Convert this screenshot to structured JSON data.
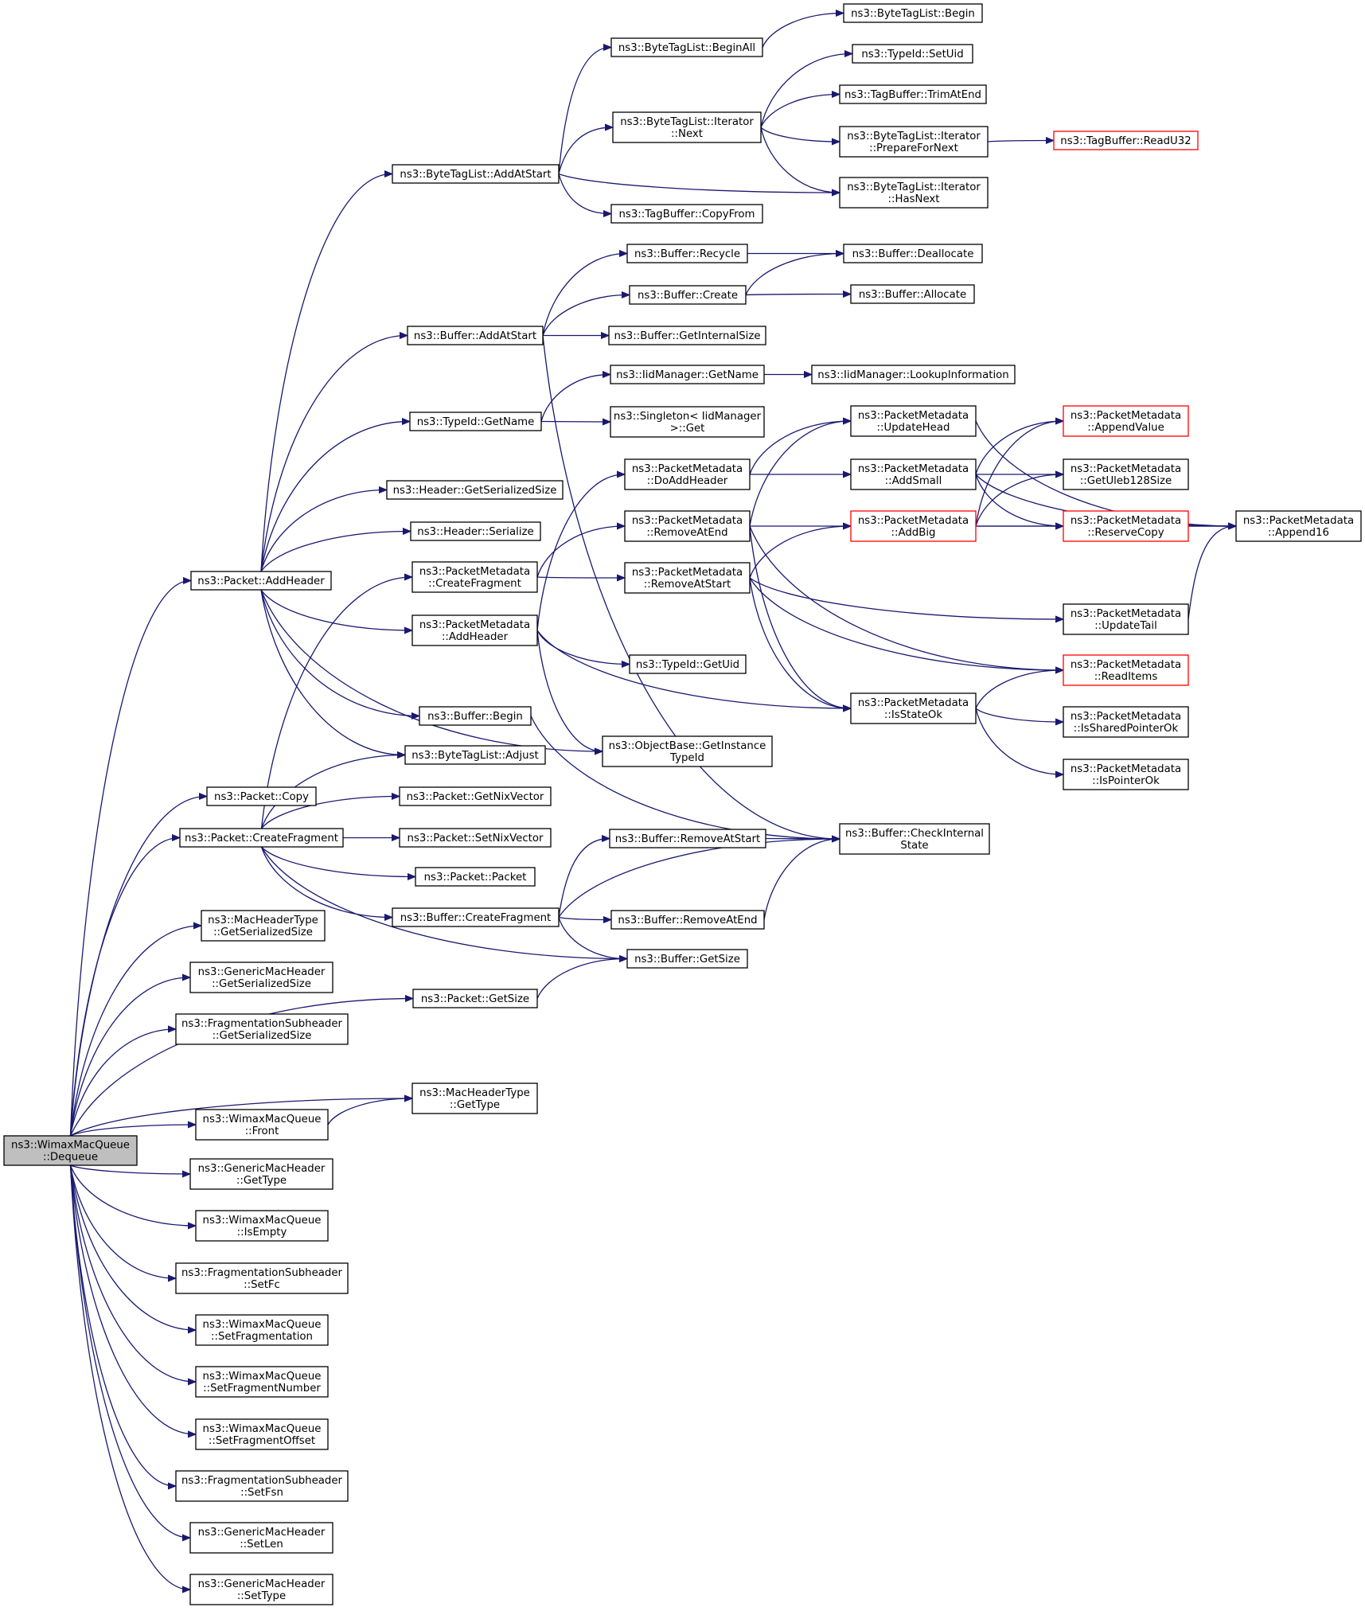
{
  "root": "ns3::WimaxMacQueue::Dequeue",
  "nodes": [
    {
      "id": "dequeue",
      "lines": [
        "ns3::WimaxMacQueue",
        "::Dequeue"
      ]
    },
    {
      "id": "addheader",
      "lines": [
        "ns3::Packet::AddHeader"
      ]
    },
    {
      "id": "pcopy",
      "lines": [
        "ns3::Packet::Copy"
      ]
    },
    {
      "id": "pcreatefrag",
      "lines": [
        "ns3::Packet::CreateFragment"
      ]
    },
    {
      "id": "mht_gss",
      "lines": [
        "ns3::MacHeaderType",
        "::GetSerializedSize"
      ]
    },
    {
      "id": "gmh_gss",
      "lines": [
        "ns3::GenericMacHeader",
        "::GetSerializedSize"
      ]
    },
    {
      "id": "fs_gss",
      "lines": [
        "ns3::FragmentationSubheader",
        "::GetSerializedSize"
      ]
    },
    {
      "id": "wmq_front",
      "lines": [
        "ns3::WimaxMacQueue",
        "::Front"
      ]
    },
    {
      "id": "gmh_gettype",
      "lines": [
        "ns3::GenericMacHeader",
        "::GetType"
      ]
    },
    {
      "id": "wmq_isempty",
      "lines": [
        "ns3::WimaxMacQueue",
        "::IsEmpty"
      ]
    },
    {
      "id": "fs_setfc",
      "lines": [
        "ns3::FragmentationSubheader",
        "::SetFc"
      ]
    },
    {
      "id": "wmq_setfrag",
      "lines": [
        "ns3::WimaxMacQueue",
        "::SetFragmentation"
      ]
    },
    {
      "id": "wmq_setfragnum",
      "lines": [
        "ns3::WimaxMacQueue",
        "::SetFragmentNumber"
      ]
    },
    {
      "id": "wmq_setfragoff",
      "lines": [
        "ns3::WimaxMacQueue",
        "::SetFragmentOffset"
      ]
    },
    {
      "id": "fs_setfsn",
      "lines": [
        "ns3::FragmentationSubheader",
        "::SetFsn"
      ]
    },
    {
      "id": "gmh_setlen",
      "lines": [
        "ns3::GenericMacHeader",
        "::SetLen"
      ]
    },
    {
      "id": "gmh_settype",
      "lines": [
        "ns3::GenericMacHeader",
        "::SetType"
      ]
    },
    {
      "id": "btl_addatstart",
      "lines": [
        "ns3::ByteTagList::AddAtStart"
      ]
    },
    {
      "id": "buf_addatstart",
      "lines": [
        "ns3::Buffer::AddAtStart"
      ]
    },
    {
      "id": "typeid_getname",
      "lines": [
        "ns3::TypeId::GetName"
      ]
    },
    {
      "id": "hdr_gss",
      "lines": [
        "ns3::Header::GetSerializedSize"
      ]
    },
    {
      "id": "hdr_serialize",
      "lines": [
        "ns3::Header::Serialize"
      ]
    },
    {
      "id": "pm_createfrag",
      "lines": [
        "ns3::PacketMetadata",
        "::CreateFragment"
      ]
    },
    {
      "id": "pm_addheader",
      "lines": [
        "ns3::PacketMetadata",
        "::AddHeader"
      ]
    },
    {
      "id": "buf_begin",
      "lines": [
        "ns3::Buffer::Begin"
      ]
    },
    {
      "id": "btl_adjust",
      "lines": [
        "ns3::ByteTagList::Adjust"
      ]
    },
    {
      "id": "p_getnix",
      "lines": [
        "ns3::Packet::GetNixVector"
      ]
    },
    {
      "id": "p_setnix",
      "lines": [
        "ns3::Packet::SetNixVector"
      ]
    },
    {
      "id": "p_packet",
      "lines": [
        "ns3::Packet::Packet"
      ]
    },
    {
      "id": "buf_createfrag",
      "lines": [
        "ns3::Buffer::CreateFragment"
      ]
    },
    {
      "id": "p_getsize",
      "lines": [
        "ns3::Packet::GetSize"
      ]
    },
    {
      "id": "mht_gettype",
      "lines": [
        "ns3::MacHeaderType",
        "::GetType"
      ]
    },
    {
      "id": "btl_beginall",
      "lines": [
        "ns3::ByteTagList::BeginAll"
      ]
    },
    {
      "id": "btl_it_next",
      "lines": [
        "ns3::ByteTagList::Iterator",
        "::Next"
      ]
    },
    {
      "id": "tb_copyfrom",
      "lines": [
        "ns3::TagBuffer::CopyFrom"
      ]
    },
    {
      "id": "buf_recycle",
      "lines": [
        "ns3::Buffer::Recycle"
      ]
    },
    {
      "id": "buf_create",
      "lines": [
        "ns3::Buffer::Create"
      ]
    },
    {
      "id": "buf_getinternalsize",
      "lines": [
        "ns3::Buffer::GetInternalSize"
      ]
    },
    {
      "id": "iid_getname",
      "lines": [
        "ns3::IidManager::GetName"
      ]
    },
    {
      "id": "singleton_get",
      "lines": [
        "ns3::Singleton< IidManager",
        ">::Get"
      ]
    },
    {
      "id": "pm_doaddheader",
      "lines": [
        "ns3::PacketMetadata",
        "::DoAddHeader"
      ]
    },
    {
      "id": "pm_removeatend",
      "lines": [
        "ns3::PacketMetadata",
        "::RemoveAtEnd"
      ]
    },
    {
      "id": "pm_removeatstart",
      "lines": [
        "ns3::PacketMetadata",
        "::RemoveAtStart"
      ]
    },
    {
      "id": "typeid_getuid",
      "lines": [
        "ns3::TypeId::GetUid"
      ]
    },
    {
      "id": "ob_getinstancetypeid",
      "lines": [
        "ns3::ObjectBase::GetInstance",
        "TypeId"
      ]
    },
    {
      "id": "buf_removeatstart",
      "lines": [
        "ns3::Buffer::RemoveAtStart"
      ]
    },
    {
      "id": "buf_removeatend",
      "lines": [
        "ns3::Buffer::RemoveAtEnd"
      ]
    },
    {
      "id": "buf_getsize",
      "lines": [
        "ns3::Buffer::GetSize"
      ]
    },
    {
      "id": "btl_begin",
      "lines": [
        "ns3::ByteTagList::Begin"
      ]
    },
    {
      "id": "typeid_setuid",
      "lines": [
        "ns3::TypeId::SetUid"
      ]
    },
    {
      "id": "tb_trimatend",
      "lines": [
        "ns3::TagBuffer::TrimAtEnd"
      ]
    },
    {
      "id": "btl_it_preparefornext",
      "lines": [
        "ns3::ByteTagList::Iterator",
        "::PrepareForNext"
      ]
    },
    {
      "id": "btl_it_hasnext",
      "lines": [
        "ns3::ByteTagList::Iterator",
        "::HasNext"
      ]
    },
    {
      "id": "buf_deallocate",
      "lines": [
        "ns3::Buffer::Deallocate"
      ]
    },
    {
      "id": "buf_allocate",
      "lines": [
        "ns3::Buffer::Allocate"
      ]
    },
    {
      "id": "iid_lookupinfo",
      "lines": [
        "ns3::IidManager::LookupInformation"
      ]
    },
    {
      "id": "pm_updatehead",
      "lines": [
        "ns3::PacketMetadata",
        "::UpdateHead"
      ]
    },
    {
      "id": "pm_addsmall",
      "lines": [
        "ns3::PacketMetadata",
        "::AddSmall"
      ]
    },
    {
      "id": "pm_addbig",
      "lines": [
        "ns3::PacketMetadata",
        "::AddBig"
      ]
    },
    {
      "id": "pm_isstateok",
      "lines": [
        "ns3::PacketMetadata",
        "::IsStateOk"
      ]
    },
    {
      "id": "pm_updatetail",
      "lines": [
        "ns3::PacketMetadata",
        "::UpdateTail"
      ]
    },
    {
      "id": "buf_checkinternalstate",
      "lines": [
        "ns3::Buffer::CheckInternal",
        "State"
      ]
    },
    {
      "id": "tb_readu32",
      "lines": [
        "ns3::TagBuffer::ReadU32"
      ]
    },
    {
      "id": "pm_appendvalue",
      "lines": [
        "ns3::PacketMetadata",
        "::AppendValue"
      ]
    },
    {
      "id": "pm_getuleb128size",
      "lines": [
        "ns3::PacketMetadata",
        "::GetUleb128Size"
      ]
    },
    {
      "id": "pm_reservecopy",
      "lines": [
        "ns3::PacketMetadata",
        "::ReserveCopy"
      ]
    },
    {
      "id": "pm_readitems",
      "lines": [
        "ns3::PacketMetadata",
        "::ReadItems"
      ]
    },
    {
      "id": "pm_issharedpointerok",
      "lines": [
        "ns3::PacketMetadata",
        "::IsSharedPointerOk"
      ]
    },
    {
      "id": "pm_ispointerok",
      "lines": [
        "ns3::PacketMetadata",
        "::IsPointerOk"
      ]
    },
    {
      "id": "pm_append16",
      "lines": [
        "ns3::PacketMetadata",
        "::Append16"
      ]
    }
  ],
  "edges": [
    [
      "dequeue",
      "addheader"
    ],
    [
      "dequeue",
      "pcopy"
    ],
    [
      "dequeue",
      "pcreatefrag"
    ],
    [
      "dequeue",
      "p_getsize"
    ],
    [
      "dequeue",
      "mht_gss"
    ],
    [
      "dequeue",
      "gmh_gss"
    ],
    [
      "dequeue",
      "fs_gss"
    ],
    [
      "dequeue",
      "mht_gettype"
    ],
    [
      "dequeue",
      "wmq_front"
    ],
    [
      "dequeue",
      "gmh_gettype"
    ],
    [
      "dequeue",
      "wmq_isempty"
    ],
    [
      "dequeue",
      "fs_setfc"
    ],
    [
      "dequeue",
      "wmq_setfrag"
    ],
    [
      "dequeue",
      "wmq_setfragnum"
    ],
    [
      "dequeue",
      "wmq_setfragoff"
    ],
    [
      "dequeue",
      "fs_setfsn"
    ],
    [
      "dequeue",
      "gmh_setlen"
    ],
    [
      "dequeue",
      "gmh_settype"
    ],
    [
      "addheader",
      "btl_addatstart"
    ],
    [
      "addheader",
      "buf_addatstart"
    ],
    [
      "addheader",
      "typeid_getname"
    ],
    [
      "addheader",
      "hdr_gss"
    ],
    [
      "addheader",
      "hdr_serialize"
    ],
    [
      "addheader",
      "pm_addheader"
    ],
    [
      "addheader",
      "buf_begin"
    ],
    [
      "addheader",
      "btl_adjust"
    ],
    [
      "addheader",
      "ob_getinstancetypeid"
    ],
    [
      "pcreatefrag",
      "pm_createfrag"
    ],
    [
      "pcreatefrag",
      "btl_adjust"
    ],
    [
      "pcreatefrag",
      "p_getnix"
    ],
    [
      "pcreatefrag",
      "p_setnix"
    ],
    [
      "pcreatefrag",
      "p_packet"
    ],
    [
      "pcreatefrag",
      "buf_createfrag"
    ],
    [
      "pcreatefrag",
      "buf_getsize"
    ],
    [
      "wmq_front",
      "mht_gettype"
    ],
    [
      "p_getsize",
      "buf_getsize"
    ],
    [
      "btl_addatstart",
      "btl_beginall"
    ],
    [
      "btl_addatstart",
      "btl_it_next"
    ],
    [
      "btl_addatstart",
      "tb_copyfrom"
    ],
    [
      "btl_addatstart",
      "btl_it_hasnext"
    ],
    [
      "btl_beginall",
      "btl_begin"
    ],
    [
      "btl_it_next",
      "typeid_setuid"
    ],
    [
      "btl_it_next",
      "tb_trimatend"
    ],
    [
      "btl_it_next",
      "btl_it_preparefornext"
    ],
    [
      "btl_it_next",
      "btl_it_hasnext"
    ],
    [
      "btl_it_preparefornext",
      "tb_readu32"
    ],
    [
      "buf_addatstart",
      "buf_recycle"
    ],
    [
      "buf_addatstart",
      "buf_create"
    ],
    [
      "buf_addatstart",
      "buf_getinternalsize"
    ],
    [
      "buf_addatstart",
      "buf_checkinternalstate"
    ],
    [
      "buf_recycle",
      "buf_deallocate"
    ],
    [
      "buf_create",
      "buf_deallocate"
    ],
    [
      "buf_create",
      "buf_allocate"
    ],
    [
      "typeid_getname",
      "iid_getname"
    ],
    [
      "typeid_getname",
      "singleton_get"
    ],
    [
      "iid_getname",
      "iid_lookupinfo"
    ],
    [
      "pm_createfrag",
      "pm_removeatend"
    ],
    [
      "pm_createfrag",
      "pm_removeatstart"
    ],
    [
      "pm_addheader",
      "pm_doaddheader"
    ],
    [
      "pm_addheader",
      "typeid_getuid"
    ],
    [
      "pm_addheader",
      "ob_getinstancetypeid"
    ],
    [
      "pm_addheader",
      "pm_isstateok"
    ],
    [
      "pm_doaddheader",
      "pm_updatehead"
    ],
    [
      "pm_doaddheader",
      "pm_addsmall"
    ],
    [
      "pm_removeatend",
      "pm_updatehead"
    ],
    [
      "pm_removeatend",
      "pm_addbig"
    ],
    [
      "pm_removeatend",
      "pm_readitems"
    ],
    [
      "pm_removeatend",
      "pm_isstateok"
    ],
    [
      "pm_removeatstart",
      "pm_addbig"
    ],
    [
      "pm_removeatstart",
      "pm_updatetail"
    ],
    [
      "pm_removeatstart",
      "pm_readitems"
    ],
    [
      "pm_removeatstart",
      "pm_isstateok"
    ],
    [
      "pm_updatehead",
      "pm_append16"
    ],
    [
      "pm_addsmall",
      "pm_appendvalue"
    ],
    [
      "pm_addsmall",
      "pm_getuleb128size"
    ],
    [
      "pm_addsmall",
      "pm_reservecopy"
    ],
    [
      "pm_addsmall",
      "pm_append16"
    ],
    [
      "pm_addbig",
      "pm_appendvalue"
    ],
    [
      "pm_addbig",
      "pm_getuleb128size"
    ],
    [
      "pm_addbig",
      "pm_reservecopy"
    ],
    [
      "pm_addbig",
      "pm_append16"
    ],
    [
      "pm_reservecopy",
      "pm_append16"
    ],
    [
      "pm_updatetail",
      "pm_append16"
    ],
    [
      "pm_isstateok",
      "pm_readitems"
    ],
    [
      "pm_isstateok",
      "pm_issharedpointerok"
    ],
    [
      "pm_isstateok",
      "pm_ispointerok"
    ],
    [
      "buf_begin",
      "buf_checkinternalstate"
    ],
    [
      "buf_createfrag",
      "buf_removeatstart"
    ],
    [
      "buf_createfrag",
      "buf_checkinternalstate"
    ],
    [
      "buf_createfrag",
      "buf_removeatend"
    ],
    [
      "buf_createfrag",
      "buf_getsize"
    ],
    [
      "buf_removeatstart",
      "buf_checkinternalstate"
    ],
    [
      "buf_removeatend",
      "buf_checkinternalstate"
    ]
  ],
  "truncated_nodes": [
    "tb_readu32",
    "pm_appendvalue",
    "pm_addbig",
    "pm_reservecopy",
    "pm_readitems"
  ],
  "colors": {
    "edge": "#191970",
    "root_fill": "#bfbfbf",
    "node_border": "#000000",
    "truncated_border": "#ff0000"
  }
}
